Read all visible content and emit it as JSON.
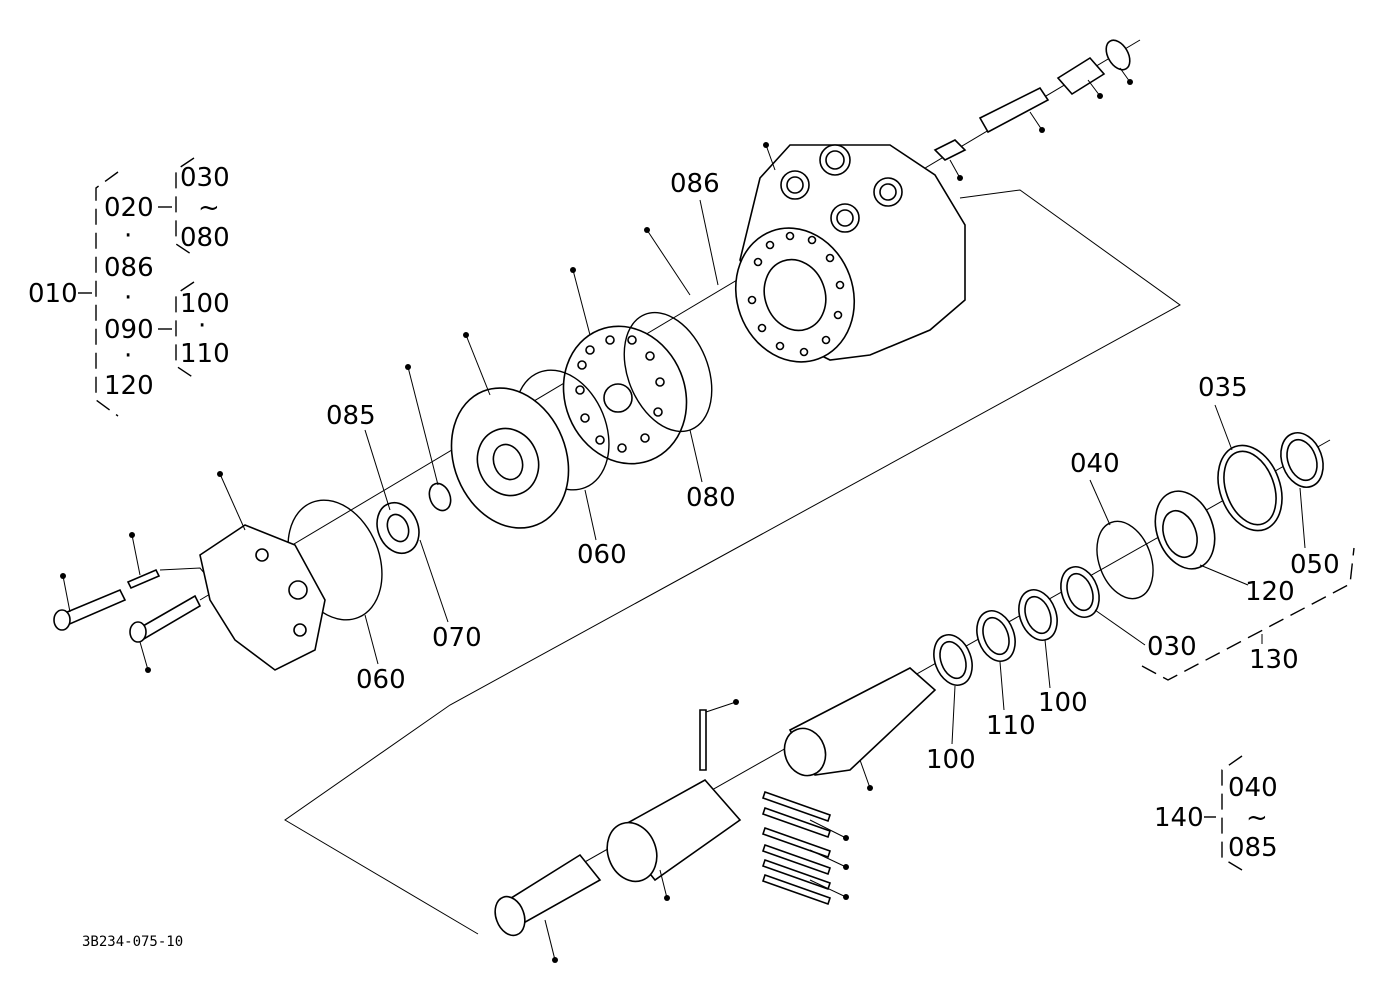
{
  "labels": {
    "n010": "010",
    "n020": "020",
    "n030_top": "030",
    "n080_top": "080",
    "n086_tree": "086",
    "n090": "090",
    "n100_tree": "100",
    "n110_tree": "110",
    "n120_tree": "120",
    "n085": "085",
    "n070": "070",
    "n060_a": "060",
    "n060_b": "060",
    "n080": "080",
    "n086": "086",
    "n035": "035",
    "n040": "040",
    "n050": "050",
    "n120": "120",
    "n030": "030",
    "n130": "130",
    "n100_a": "100",
    "n110": "110",
    "n100_b": "100",
    "n140": "140",
    "n040_b": "040",
    "n085_b": "085",
    "tilde": "~",
    "dot": "·"
  },
  "drawing_code": "3B234-075-10"
}
